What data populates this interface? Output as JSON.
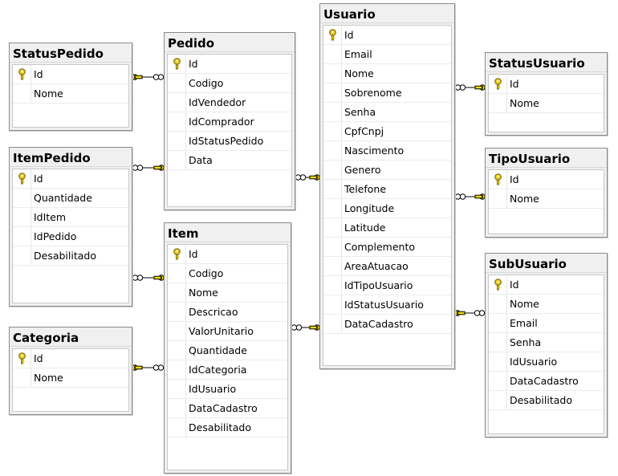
{
  "tables": [
    {
      "title": "StatusPedido",
      "fields": [
        {
          "name": "Id",
          "pk": true
        },
        {
          "name": "Nome",
          "pk": false
        }
      ]
    },
    {
      "title": "Pedido",
      "fields": [
        {
          "name": "Id",
          "pk": true
        },
        {
          "name": "Codigo",
          "pk": false
        },
        {
          "name": "IdVendedor",
          "pk": false
        },
        {
          "name": "IdComprador",
          "pk": false
        },
        {
          "name": "IdStatusPedido",
          "pk": false
        },
        {
          "name": "Data",
          "pk": false
        }
      ]
    },
    {
      "title": "Usuario",
      "fields": [
        {
          "name": "Id",
          "pk": true
        },
        {
          "name": "Email",
          "pk": false
        },
        {
          "name": "Nome",
          "pk": false
        },
        {
          "name": "Sobrenome",
          "pk": false
        },
        {
          "name": "Senha",
          "pk": false
        },
        {
          "name": "CpfCnpj",
          "pk": false
        },
        {
          "name": "Nascimento",
          "pk": false
        },
        {
          "name": "Genero",
          "pk": false
        },
        {
          "name": "Telefone",
          "pk": false
        },
        {
          "name": "Longitude",
          "pk": false
        },
        {
          "name": "Latitude",
          "pk": false
        },
        {
          "name": "Complemento",
          "pk": false
        },
        {
          "name": "AreaAtuacao",
          "pk": false
        },
        {
          "name": "IdTipoUsuario",
          "pk": false
        },
        {
          "name": "IdStatusUsuario",
          "pk": false
        },
        {
          "name": "DataCadastro",
          "pk": false
        }
      ]
    },
    {
      "title": "StatusUsuario",
      "fields": [
        {
          "name": "Id",
          "pk": true
        },
        {
          "name": "Nome",
          "pk": false
        }
      ]
    },
    {
      "title": "ItemPedido",
      "fields": [
        {
          "name": "Id",
          "pk": true
        },
        {
          "name": "Quantidade",
          "pk": false
        },
        {
          "name": "IdItem",
          "pk": false
        },
        {
          "name": "IdPedido",
          "pk": false
        },
        {
          "name": "Desabilitado",
          "pk": false
        }
      ]
    },
    {
      "title": "TipoUsuario",
      "fields": [
        {
          "name": "Id",
          "pk": true
        },
        {
          "name": "Nome",
          "pk": false
        }
      ]
    },
    {
      "title": "Item",
      "fields": [
        {
          "name": "Id",
          "pk": true
        },
        {
          "name": "Codigo",
          "pk": false
        },
        {
          "name": "Nome",
          "pk": false
        },
        {
          "name": "Descricao",
          "pk": false
        },
        {
          "name": "ValorUnitario",
          "pk": false
        },
        {
          "name": "Quantidade",
          "pk": false
        },
        {
          "name": "IdCategoria",
          "pk": false
        },
        {
          "name": "IdUsuario",
          "pk": false
        },
        {
          "name": "DataCadastro",
          "pk": false
        },
        {
          "name": "Desabilitado",
          "pk": false
        }
      ]
    },
    {
      "title": "SubUsuario",
      "fields": [
        {
          "name": "Id",
          "pk": true
        },
        {
          "name": "Nome",
          "pk": false
        },
        {
          "name": "Email",
          "pk": false
        },
        {
          "name": "Senha",
          "pk": false
        },
        {
          "name": "IdUsuario",
          "pk": false
        },
        {
          "name": "DataCadastro",
          "pk": false
        },
        {
          "name": "Desabilitado",
          "pk": false
        }
      ]
    },
    {
      "title": "Categoria",
      "fields": [
        {
          "name": "Id",
          "pk": true
        },
        {
          "name": "Nome",
          "pk": false
        }
      ]
    }
  ],
  "colors": {
    "key": "#d8c020",
    "connector": "#000000"
  }
}
